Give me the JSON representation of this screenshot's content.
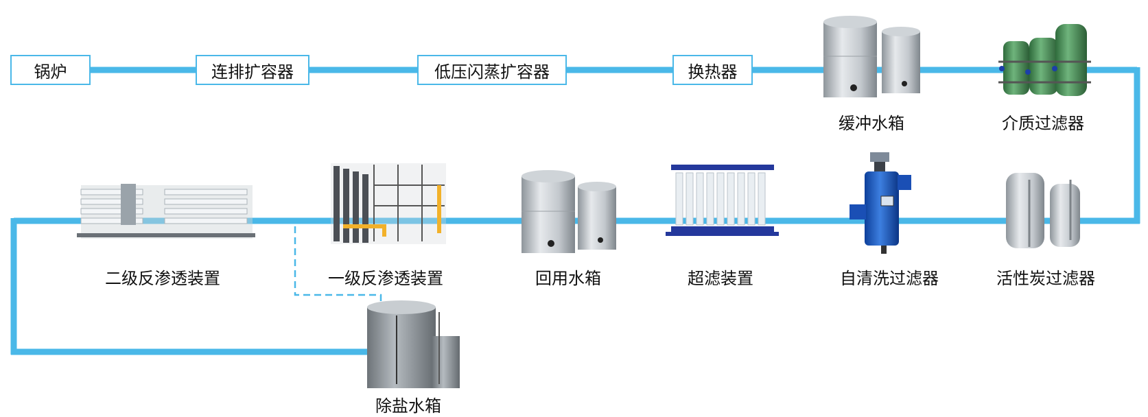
{
  "flow": {
    "boiler": "锅炉",
    "continuous_blowdown_flash_tank": "连排扩容器",
    "low_pressure_flash_tank": "低压闪蒸扩容器",
    "heat_exchanger": "换热器",
    "buffer_tank": "缓冲水箱",
    "media_filter": "介质过滤器",
    "activated_carbon_filter": "活性炭过滤器",
    "self_cleaning_filter": "自清洗过滤器",
    "ultrafiltration_unit": "超滤装置",
    "reuse_water_tank": "回用水箱",
    "primary_ro_unit": "一级反渗透装置",
    "secondary_ro_unit": "二级反渗透装置",
    "desalted_water_tank": "除盐水箱"
  },
  "colors": {
    "pipe": "#4ab8e8",
    "box_border": "#4ab8e8"
  }
}
